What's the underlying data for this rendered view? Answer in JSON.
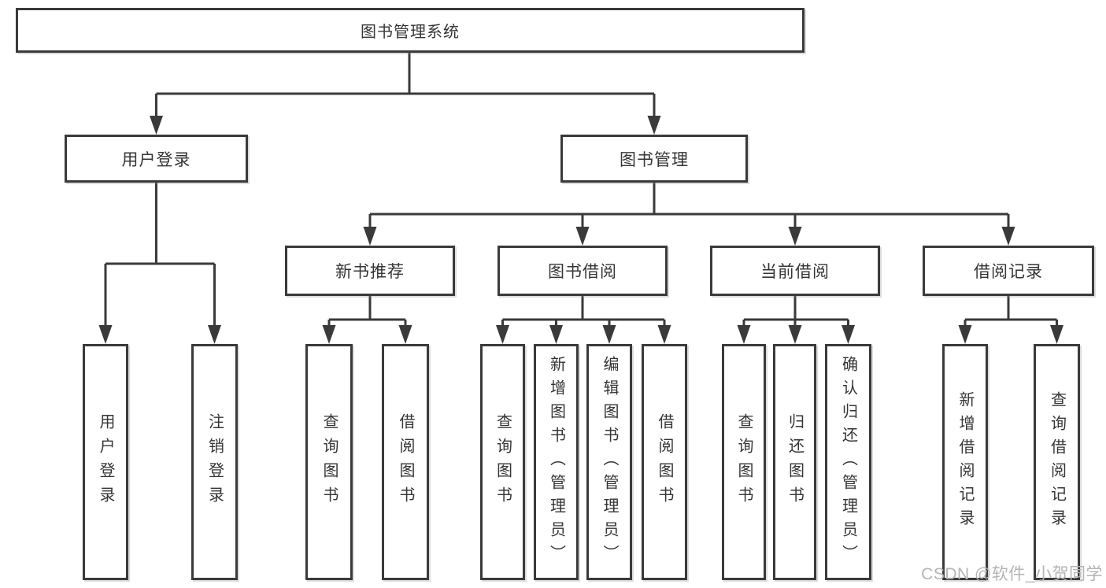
{
  "tree": {
    "label": "图书管理系统",
    "children": [
      {
        "label": "用户登录",
        "children": [
          {
            "label": "用户登录"
          },
          {
            "label": "注销登录"
          }
        ]
      },
      {
        "label": "图书管理",
        "children": [
          {
            "label": "新书推荐",
            "children": [
              {
                "label": "查询图书"
              },
              {
                "label": "借阅图书"
              }
            ]
          },
          {
            "label": "图书借阅",
            "children": [
              {
                "label": "查询图书"
              },
              {
                "label": "新增图书（管理员）"
              },
              {
                "label": "编辑图书（管理员）"
              },
              {
                "label": "借阅图书"
              }
            ]
          },
          {
            "label": "当前借阅",
            "children": [
              {
                "label": "查询图书"
              },
              {
                "label": "归还图书"
              },
              {
                "label": "确认归还（管理员）"
              }
            ]
          },
          {
            "label": "借阅记录",
            "children": [
              {
                "label": "新增借阅记录"
              },
              {
                "label": "查询借阅记录"
              }
            ]
          }
        ]
      }
    ]
  },
  "watermark": {
    "text": "CSDN @软件_小贺同学"
  },
  "colors": {
    "line": "#3a3a3a",
    "text": "#353535",
    "watermark": "#b4b4b4",
    "background": "#ffffff"
  }
}
